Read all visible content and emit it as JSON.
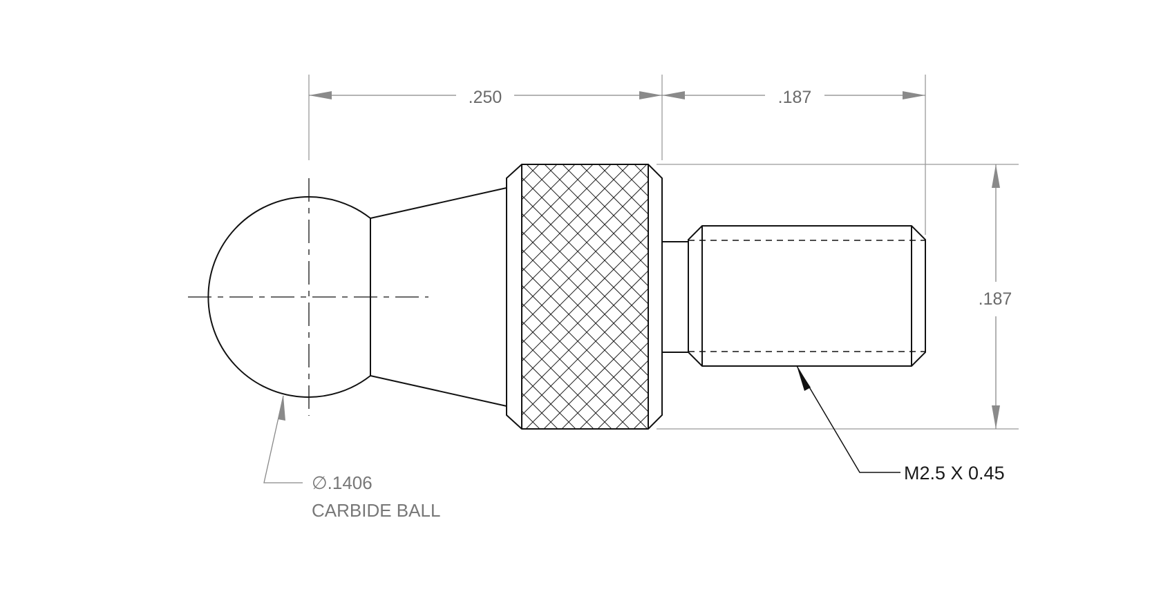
{
  "dimensions": {
    "ball_to_shoulder": ".250",
    "thread_length": ".187",
    "knurl_diameter": ".187"
  },
  "notes": {
    "ball_diameter": "∅.1406",
    "ball_material": "CARBIDE BALL",
    "thread_spec": "M2.5 X 0.45"
  }
}
